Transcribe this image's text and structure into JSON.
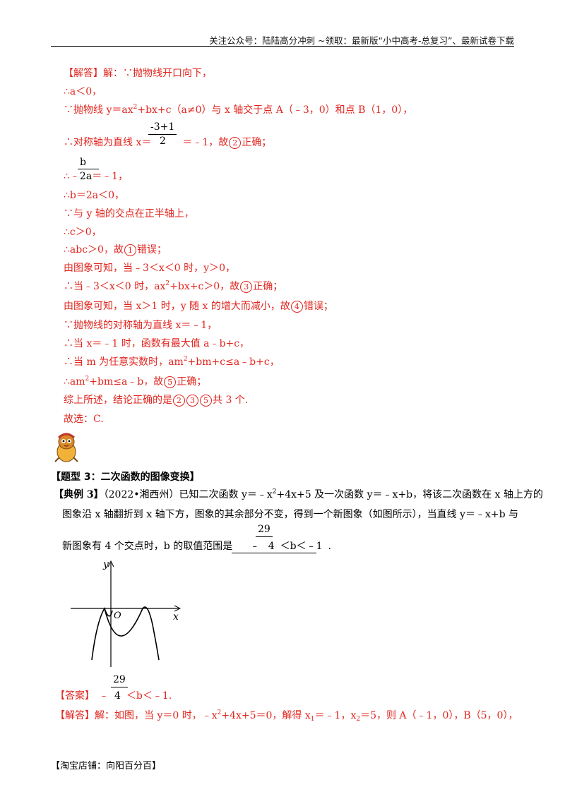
{
  "header": {
    "text": "关注公众号：陆陆高分冲刺  ~领取：最新版“小中高考-总复习”、最新试卷下载"
  },
  "solution1": {
    "l1_tag": "【解答】",
    "l1_text": "解：∵抛物线开口向下，",
    "l2": "∴a＜0，",
    "l3_a": "∵抛物线 y＝ax",
    "l3_sup": "2",
    "l3_b": "+bx+c（a≠0）与 x 轴交于点 A（﹣3，0）和点 B（1，0），",
    "l4_frac_num": "-3+1",
    "l4_frac_den": "2",
    "l4_a": "∴对称轴为直线 x＝",
    "l4_b": "＝﹣1，故",
    "l4_circ": "2",
    "l4_c": "正确；",
    "l5_frac_num": "b",
    "l5_frac_den": "2a",
    "l5_a": "∴﹣",
    "l5_b": "＝﹣1，",
    "l6": "∴b＝2a＜0，",
    "l7": "∵与 y 轴的交点在正半轴上，",
    "l8": "∴c＞0，",
    "l9_a": "∴abc＞0，故",
    "l9_circ": "1",
    "l9_b": "错误；",
    "l10": "由图象可知，当﹣3＜x＜0 时，y＞0，",
    "l11_a": "∴当﹣3＜x＜0 时，ax",
    "l11_sup": "2",
    "l11_b": "+bx+c＞0，故",
    "l11_circ": "3",
    "l11_c": "正确；",
    "l12_a": "由图象可知，当 x＞1 时，y 随 x 的增大而减小，故",
    "l12_circ": "4",
    "l12_b": "错误；",
    "l13": "∵抛物线的对称轴为直线 x＝﹣1，",
    "l14": "∴当 x＝﹣1 时，函数有最大值 a﹣b+c，",
    "l15_a": "∴当 m 为任意实数时，am",
    "l15_sup": "2",
    "l15_b": "+bm+c≤a﹣b+c，",
    "l16_a": "∴am",
    "l16_sup": "2",
    "l16_b": "+bm≤a﹣b，故",
    "l16_circ": "5",
    "l16_c": "正确；",
    "l17_a": "综上所述，结论正确的是",
    "l17_c1": "2",
    "l17_c2": "3",
    "l17_c3": "5",
    "l17_b": "共 3 个.",
    "l18": "故选：C."
  },
  "section": {
    "title": "【题型 3：二次函数的图像变换】"
  },
  "example": {
    "tag": "【典例 3】",
    "l1_a": "（2022•湘西州）已知二次函数 y＝﹣x",
    "l1_sup": "2",
    "l1_b": "+4x+5 及一次函数 y＝﹣x+b，将该二次函数在 x 轴上方的",
    "l2": "图象沿 x 轴翻折到 x 轴下方，图象的其余部分不变，得到一个新图象（如图所示），当直线 y＝﹣x+b 与",
    "l3_a": "新图象有 4 个交点时，b 的取值范围是",
    "ans_neg": "﹣",
    "ans_num": "29",
    "ans_den": "4",
    "ans_tail": "＜b＜﹣1",
    "l3_end": "."
  },
  "graph": {
    "y_label": "y",
    "x_label": "x",
    "origin_label": "O"
  },
  "answer": {
    "tag": "【答案】",
    "neg": "﹣",
    "num": "29",
    "den": "4",
    "tail": "＜b＜﹣1."
  },
  "solution2": {
    "tag": "【解答】",
    "a": "解：如图，当 y＝0 时，﹣x",
    "sup": "2",
    "b": "+4x+5＝0，解得 x",
    "sub1": "1",
    "c": "＝﹣1，x",
    "sub2": "2",
    "d": "＝5，则 A（﹣1，0），B（5，0），"
  },
  "footer": {
    "text": "【淘宝店铺：向阳百分百】"
  },
  "colors": {
    "answer_red": "#e0261f",
    "text": "#000000"
  }
}
